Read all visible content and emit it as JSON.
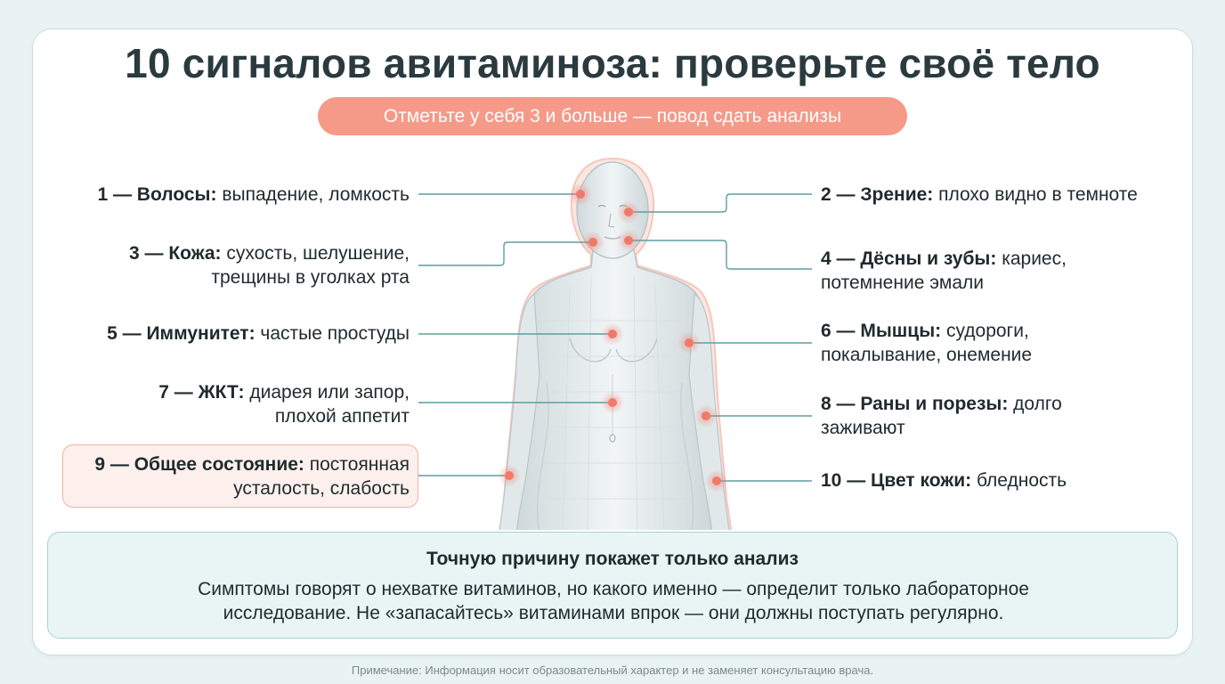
{
  "title": "10 сигналов авитаминоза: проверьте своё тело",
  "subtitle": "Отметьте у себя 3 и больше — повод сдать анализы",
  "symptoms": [
    {
      "label": "1 — Волосы:",
      "text": " выпадение, ломкость"
    },
    {
      "label": "2 — Зрение:",
      "text": " плохо видно в темноте"
    },
    {
      "label": "3 — Кожа:",
      "text": " сухость, шелушение,",
      "text2": "трещины в уголках рта"
    },
    {
      "label": "4 — Дёсны и зубы:",
      "text": " кариес,",
      "text2": "потемнение эмали"
    },
    {
      "label": "5 — Иммунитет:",
      "text": " частые простуды"
    },
    {
      "label": "6 — Мышцы:",
      "text": " судороги,",
      "text2": "покалывание, онемение"
    },
    {
      "label": "7 — ЖКТ:",
      "text": " диарея или запор,",
      "text2": "плохой аппетит"
    },
    {
      "label": "8 — Раны и порезы:",
      "text": " долго",
      "text2": "заживают"
    },
    {
      "label": "9 — Общее состояние:",
      "text": " постоянная",
      "text2": "усталость, слабость"
    },
    {
      "label": "10 — Цвет кожи:",
      "text": " бледность"
    }
  ],
  "info": {
    "title": "Точную причину покажет только анализ",
    "text": "Симптомы говорят о нехватке витаминов, но какого именно — определит только лабораторное исследование. Не «запасайтесь» витаминами впрок — они должны поступать регулярно."
  },
  "note": "Примечание: Информация носит образовательный характер и не заменяет консультацию врача.",
  "colors": {
    "accent": "#f59a88",
    "marker": "#f07a6a",
    "connector": "#5f9ea0",
    "info_bg": "#e8f5f4"
  }
}
